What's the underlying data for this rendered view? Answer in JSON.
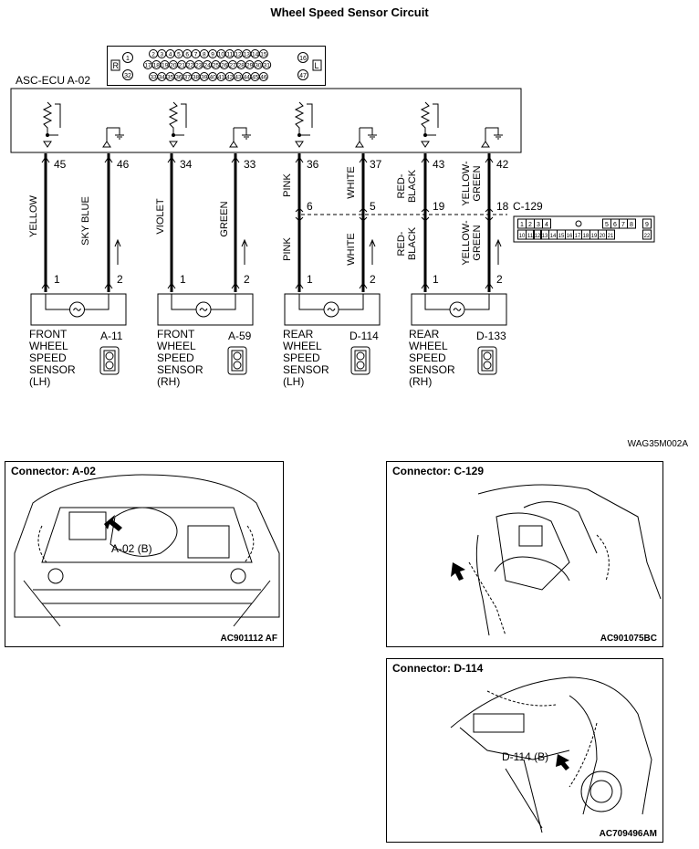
{
  "title": "Wheel Speed Sensor Circuit",
  "ecu_label": "ASC-ECU A-02",
  "ecu_connector": {
    "left_mark": "R",
    "right_mark": "L",
    "row1": [
      "2",
      "3",
      "4",
      "5",
      "6",
      "7",
      "8",
      "9",
      "10",
      "11",
      "12",
      "13",
      "14",
      "15"
    ],
    "row2": [
      "17",
      "18",
      "19",
      "20",
      "21",
      "22",
      "23",
      "24",
      "25",
      "26",
      "27",
      "28",
      "29",
      "30",
      "31"
    ],
    "row3": [
      "33",
      "34",
      "35",
      "36",
      "37",
      "38",
      "39",
      "40",
      "41",
      "42",
      "43",
      "44",
      "45",
      "46"
    ],
    "left_pins": [
      "1",
      "32"
    ],
    "right_pins": [
      "16",
      "47"
    ]
  },
  "ecu_pins": [
    "45",
    "46",
    "34",
    "33",
    "36",
    "37",
    "43",
    "42"
  ],
  "wire_colors": {
    "w45": "YELLOW",
    "w46": "SKY BLUE",
    "w34": "VIOLET",
    "w33": "GREEN",
    "w36_upper": "PINK",
    "w37_upper": "WHITE",
    "w43_upper": "RED-BLACK",
    "w42_upper": "YELLOW-GREEN",
    "w36_lower": "PINK",
    "w37_lower": "WHITE",
    "w43_lower": "RED-BLACK",
    "w42_lower": "YELLOW-GREEN"
  },
  "intermediate_pins": [
    "6",
    "5",
    "19",
    "18"
  ],
  "intermediate_connector": "C-129",
  "c129_connector": {
    "row1": [
      "1",
      "2",
      "3",
      "4",
      "5",
      "6",
      "7",
      "8",
      "9"
    ],
    "row2": [
      "10",
      "11",
      "12",
      "13",
      "14",
      "15",
      "16",
      "17",
      "18",
      "19",
      "20",
      "21",
      "22"
    ]
  },
  "sensor_pins": [
    "1",
    "2"
  ],
  "sensors": [
    {
      "name": "FRONT\nWHEEL\nSPEED\nSENSOR\n(LH)",
      "code": "A-11"
    },
    {
      "name": "FRONT\nWHEEL\nSPEED\nSENSOR\n(RH)",
      "code": "A-59"
    },
    {
      "name": "REAR\nWHEEL\nSPEED\nSENSOR\n(LH)",
      "code": "D-114"
    },
    {
      "name": "REAR\nWHEEL\nSPEED\nSENSOR\n(RH)",
      "code": "D-133"
    }
  ],
  "diagram_code": "WAG35M002A",
  "panels": [
    {
      "title": "Connector: A-02",
      "callout": "A-02 (B)",
      "code": "AC901112 AF"
    },
    {
      "title": "Connector: C-129",
      "callout": "",
      "code": "AC901075BC"
    },
    {
      "title": "Connector: D-114",
      "callout": "D-114 (B)",
      "code": "AC709496AM"
    }
  ]
}
